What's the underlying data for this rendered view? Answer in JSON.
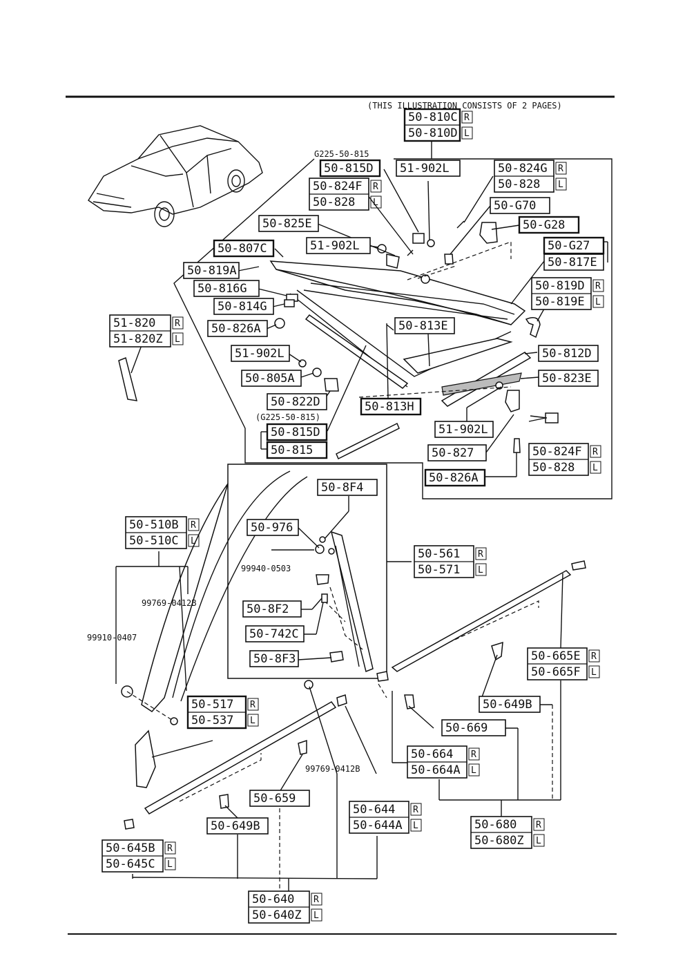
{
  "header_note": "(THIS ILLUSTRATION CONSISTS OF 2 PAGES)",
  "ref_numbers": [
    "G225-50-815",
    "(G225-50-815)"
  ],
  "side_marks": {
    "R": "R",
    "L": "L"
  },
  "callouts": [
    {
      "id": "c1",
      "lines": [
        "50-810C",
        "50-810D"
      ],
      "sides": [
        "R",
        "L"
      ]
    },
    {
      "id": "c2",
      "lines": [
        "50-815D"
      ],
      "sides": []
    },
    {
      "id": "c3",
      "lines": [
        "51-902L"
      ],
      "sides": []
    },
    {
      "id": "c4",
      "lines": [
        "50-824G",
        "50-828"
      ],
      "sides": [
        "R",
        "L"
      ]
    },
    {
      "id": "c5",
      "lines": [
        "50-824F",
        "50-828"
      ],
      "sides": [
        "R",
        "L"
      ]
    },
    {
      "id": "c6",
      "lines": [
        "50-G70"
      ],
      "sides": []
    },
    {
      "id": "c7",
      "lines": [
        "50-825E"
      ],
      "sides": []
    },
    {
      "id": "c8",
      "lines": [
        "50-G28"
      ],
      "sides": []
    },
    {
      "id": "c9",
      "lines": [
        "50-807C"
      ],
      "sides": []
    },
    {
      "id": "c10",
      "lines": [
        "51-902L"
      ],
      "sides": []
    },
    {
      "id": "c11",
      "lines": [
        "50-G27"
      ],
      "sides": []
    },
    {
      "id": "c12",
      "lines": [
        "50-817E"
      ],
      "sides": []
    },
    {
      "id": "c13",
      "lines": [
        "50-819A"
      ],
      "sides": []
    },
    {
      "id": "c14",
      "lines": [
        "50-816G"
      ],
      "sides": []
    },
    {
      "id": "c15",
      "lines": [
        "50-819D",
        "50-819E"
      ],
      "sides": [
        "R",
        "L"
      ]
    },
    {
      "id": "c16",
      "lines": [
        "50-814G"
      ],
      "sides": []
    },
    {
      "id": "c17",
      "lines": [
        "51-820",
        "51-820Z"
      ],
      "sides": [
        "R",
        "L"
      ]
    },
    {
      "id": "c18",
      "lines": [
        "50-826A"
      ],
      "sides": []
    },
    {
      "id": "c19",
      "lines": [
        "50-813E"
      ],
      "sides": []
    },
    {
      "id": "c20",
      "lines": [
        "51-902L"
      ],
      "sides": []
    },
    {
      "id": "c21",
      "lines": [
        "50-812D"
      ],
      "sides": []
    },
    {
      "id": "c22",
      "lines": [
        "50-805A"
      ],
      "sides": []
    },
    {
      "id": "c23",
      "lines": [
        "50-823E"
      ],
      "sides": []
    },
    {
      "id": "c24",
      "lines": [
        "50-822D"
      ],
      "sides": []
    },
    {
      "id": "c25",
      "lines": [
        "50-813H"
      ],
      "sides": []
    },
    {
      "id": "c26",
      "lines": [
        "50-815D"
      ],
      "sides": []
    },
    {
      "id": "c27",
      "lines": [
        "51-902L"
      ],
      "sides": []
    },
    {
      "id": "c28",
      "lines": [
        "50-815"
      ],
      "sides": []
    },
    {
      "id": "c29",
      "lines": [
        "50-827"
      ],
      "sides": []
    },
    {
      "id": "c30",
      "lines": [
        "50-824F",
        "50-828"
      ],
      "sides": [
        "R",
        "L"
      ]
    },
    {
      "id": "c31",
      "lines": [
        "50-826A"
      ],
      "sides": []
    },
    {
      "id": "c32",
      "lines": [
        "50-8F4"
      ],
      "sides": []
    },
    {
      "id": "c33",
      "lines": [
        "50-510B",
        "50-510C"
      ],
      "sides": [
        "R",
        "L"
      ]
    },
    {
      "id": "c34",
      "lines": [
        "50-976"
      ],
      "sides": []
    },
    {
      "id": "c35",
      "lines": [
        "50-561",
        "50-571"
      ],
      "sides": [
        "R",
        "L"
      ]
    },
    {
      "id": "c36",
      "lines": [
        "50-8F2"
      ],
      "sides": []
    },
    {
      "id": "c37",
      "lines": [
        "50-742C"
      ],
      "sides": []
    },
    {
      "id": "c38",
      "lines": [
        "50-8F3"
      ],
      "sides": []
    },
    {
      "id": "c39",
      "lines": [
        "50-665E",
        "50-665F"
      ],
      "sides": [
        "R",
        "L"
      ]
    },
    {
      "id": "c40",
      "lines": [
        "50-517",
        "50-537"
      ],
      "sides": [
        "R",
        "L"
      ]
    },
    {
      "id": "c41",
      "lines": [
        "50-649B"
      ],
      "sides": []
    },
    {
      "id": "c42",
      "lines": [
        "50-669"
      ],
      "sides": []
    },
    {
      "id": "c43",
      "lines": [
        "50-664",
        "50-664A"
      ],
      "sides": [
        "R",
        "L"
      ]
    },
    {
      "id": "c44",
      "lines": [
        "50-659"
      ],
      "sides": []
    },
    {
      "id": "c45",
      "lines": [
        "50-644",
        "50-644A"
      ],
      "sides": [
        "R",
        "L"
      ]
    },
    {
      "id": "c46",
      "lines": [
        "50-649B"
      ],
      "sides": []
    },
    {
      "id": "c47",
      "lines": [
        "50-680",
        "50-680Z"
      ],
      "sides": [
        "R",
        "L"
      ]
    },
    {
      "id": "c48",
      "lines": [
        "50-645B",
        "50-645C"
      ],
      "sides": [
        "R",
        "L"
      ]
    },
    {
      "id": "c49",
      "lines": [
        "50-640",
        "50-640Z"
      ],
      "sides": [
        "R",
        "L"
      ]
    }
  ],
  "loose_labels": [
    {
      "id": "t1",
      "text": "99940-0503"
    },
    {
      "id": "t2",
      "text": "99769-0412B"
    },
    {
      "id": "t3",
      "text": "99910-0407"
    },
    {
      "id": "t4",
      "text": "99769-0412B"
    }
  ]
}
